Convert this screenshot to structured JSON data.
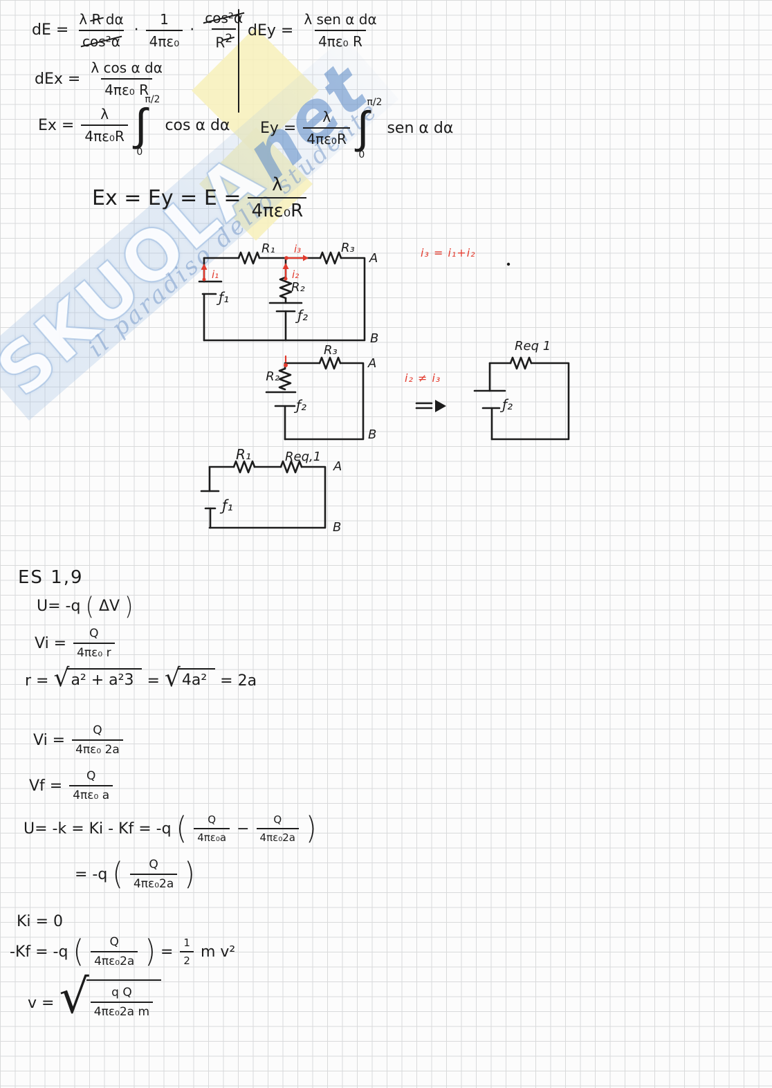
{
  "page": {
    "bg": "#fcfcfc",
    "grid_color": "#d9dadb",
    "ink": "#1c1c1c",
    "red": "#e23b2e"
  },
  "watermark": {
    "brand": "SKUOLA",
    "suffix": "net",
    "tagline": "il paradiso dello studente",
    "blue": "#608ec8",
    "band_blue": "#a8c4e5",
    "yellow": "#f7f0ba"
  },
  "syms": {
    "lparen": "(",
    "rparen": ")",
    "dot": "·",
    "sqrt": "√"
  },
  "equations": {
    "dE": {
      "lhs": "dE =",
      "num_pre": "λ",
      "num_cancel": "R",
      "num_rest": "dα",
      "den_cancel": "cos²α",
      "one": "1",
      "four_pi": "4πε₀",
      "cos_num": "cos²α",
      "r_base": "R",
      "r_sup": "2"
    },
    "dEy": {
      "lhs": "dEy =",
      "num": "λ sen α dα",
      "den": "4πε₀ R"
    },
    "dEx": {
      "lhs": "dEx =",
      "num": "λ cos α dα",
      "den": "4πε₀ R"
    },
    "Ex": {
      "lhs": "Ex =",
      "num": "λ",
      "den": "4πε₀R",
      "integral": "∫",
      "upper": "π/2",
      "lower": "0",
      "body": "cos α dα"
    },
    "Ey": {
      "lhs": "Ey =",
      "num": "λ",
      "den": "4πε₀R",
      "integral": "∫",
      "upper": "π/2",
      "lower": "0",
      "body": "sen α dα"
    },
    "Etot": {
      "lhs": "Ex = Ey = E =",
      "num": "λ",
      "den": "4πε₀R"
    }
  },
  "circuit1": {
    "R1": "R₁",
    "R3": "R₃",
    "R2": "R₂",
    "A": "A",
    "B": "B",
    "i1": "i₁",
    "i2": "i₂",
    "i3": "i₃",
    "emf1": "ƒ₁",
    "emf2": "ƒ₂",
    "note": "i₃ = i₁+i₂"
  },
  "circuit2": {
    "R3": "R₃",
    "R2": "R₂",
    "A": "A",
    "B": "B",
    "emf2": "ƒ₂",
    "note": "i₂ ≠ i₃",
    "req": "Req 1",
    "req_emf": "ƒ₂"
  },
  "circuit3": {
    "R1": "R₁",
    "Req": "Req,1",
    "A": "A",
    "B": "B",
    "emf1": "ƒ₁"
  },
  "exercise": {
    "heading": "ES 1,9",
    "u1_lhs": "U=",
    "u1_coef": "-q",
    "u1_arg": "ΔV",
    "vi1_lhs": "Vi =",
    "vi1_num": "Q",
    "vi1_den": "4πε₀ r",
    "r_lhs": "r =",
    "r_rad1": "a² + a²3",
    "r_eq2": "=",
    "r_rad2": "4a²",
    "r_res": "= 2a",
    "vi2_lhs": "Vi =",
    "vi2_num": "Q",
    "vi2_den": "4πε₀ 2a",
    "vf_lhs": "Vf =",
    "vf_num": "Q",
    "vf_den": "4πε₀ a",
    "u2_lhs": "U= -k = Ki - Kf = -q",
    "u2_f1num": "Q",
    "u2_f1den": "4πε₀a",
    "u2_minus": "−",
    "u2_f2num": "Q",
    "u2_f2den": "4πε₀2a",
    "u3_lhs": "= -q",
    "u3_num": "Q",
    "u3_den": "4πε₀2a",
    "ki": "Ki = 0",
    "kf_lhs": "-Kf =",
    "kf_coef": "-q",
    "kf_num": "Q",
    "kf_den": "4πε₀2a",
    "kf_eq": "=",
    "kf_hnum": "1",
    "kf_hden": "2",
    "kf_tail": "m v²",
    "v_lhs": "v =",
    "v_num": "q Q",
    "v_den": "4πε₀2a m"
  }
}
